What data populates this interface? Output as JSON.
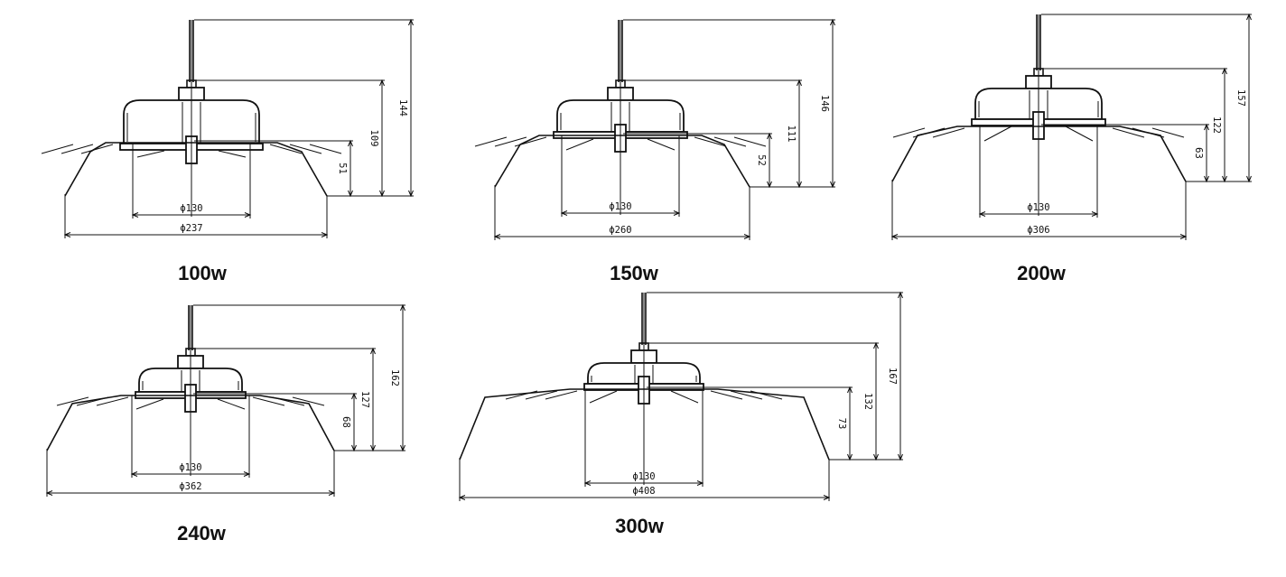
{
  "models": [
    {
      "label": "100w",
      "dims": {
        "stem": "144",
        "body": "109",
        "reflector": "51",
        "inner_dia": "ϕ130",
        "outer_dia": "ϕ237"
      }
    },
    {
      "label": "150w",
      "dims": {
        "stem": "146",
        "body": "111",
        "reflector": "52",
        "inner_dia": "ϕ130",
        "outer_dia": "ϕ260"
      }
    },
    {
      "label": "200w",
      "dims": {
        "stem": "157",
        "body": "122",
        "reflector": "63",
        "inner_dia": "ϕ130",
        "outer_dia": "ϕ306"
      }
    },
    {
      "label": "240w",
      "dims": {
        "stem": "162",
        "body": "127",
        "reflector": "68",
        "inner_dia": "ϕ130",
        "outer_dia": "ϕ362"
      }
    },
    {
      "label": "300w",
      "dims": {
        "stem": "167",
        "body": "132",
        "reflector": "73",
        "inner_dia": "ϕ130",
        "outer_dia": "ϕ408"
      }
    }
  ]
}
